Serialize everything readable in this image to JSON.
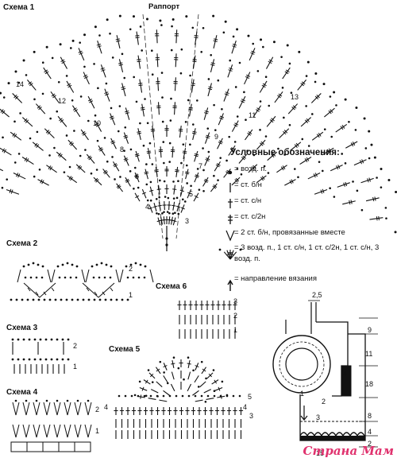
{
  "scheme1": {
    "title": "Схема 1",
    "rapport": "Раппорт",
    "rows": [
      "14",
      "13",
      "12",
      "11",
      "10",
      "9",
      "8",
      "7",
      "6",
      "5",
      "4",
      "3"
    ]
  },
  "legend": {
    "title": "Условные обозначения:",
    "items": [
      {
        "icon": "dot-symbol",
        "text": "= возд. п."
      },
      {
        "icon": "sc-stitch-symbol",
        "text": "= ст. б/н"
      },
      {
        "icon": "dc-stitch-symbol",
        "text": "= ст. с/н"
      },
      {
        "icon": "tr-stitch-symbol",
        "text": "= ст. с/2н"
      },
      {
        "icon": "two-together-symbol",
        "text": "= 2 ст. б/н, провязанные вместе"
      },
      {
        "icon": "shell-symbol",
        "text": "= 3 возд. п., 1 ст. с/н, 1 ст. с/2н, 1 ст. с/н, 3 возд. п."
      },
      {
        "icon": "arrow-up-symbol",
        "text": "= направление вязания"
      }
    ]
  },
  "scheme2": {
    "title": "Схема 2",
    "rows": [
      "2",
      "1"
    ]
  },
  "scheme3": {
    "title": "Схема 3",
    "rows": [
      "2",
      "1"
    ]
  },
  "scheme4": {
    "title": "Схема 4",
    "rows": [
      "2",
      "1"
    ]
  },
  "scheme5": {
    "title": "Схема 5",
    "rows": [
      "5",
      "4",
      "3",
      "4"
    ]
  },
  "scheme6": {
    "title": "Схема 6",
    "rows": [
      "3",
      "2",
      "1"
    ]
  },
  "pattern": {
    "dims": [
      "2,5",
      "9",
      "11",
      "18",
      "8",
      "4",
      "2",
      "15",
      "4",
      "2",
      "1",
      "3"
    ]
  },
  "watermark": "Страна Мам"
}
